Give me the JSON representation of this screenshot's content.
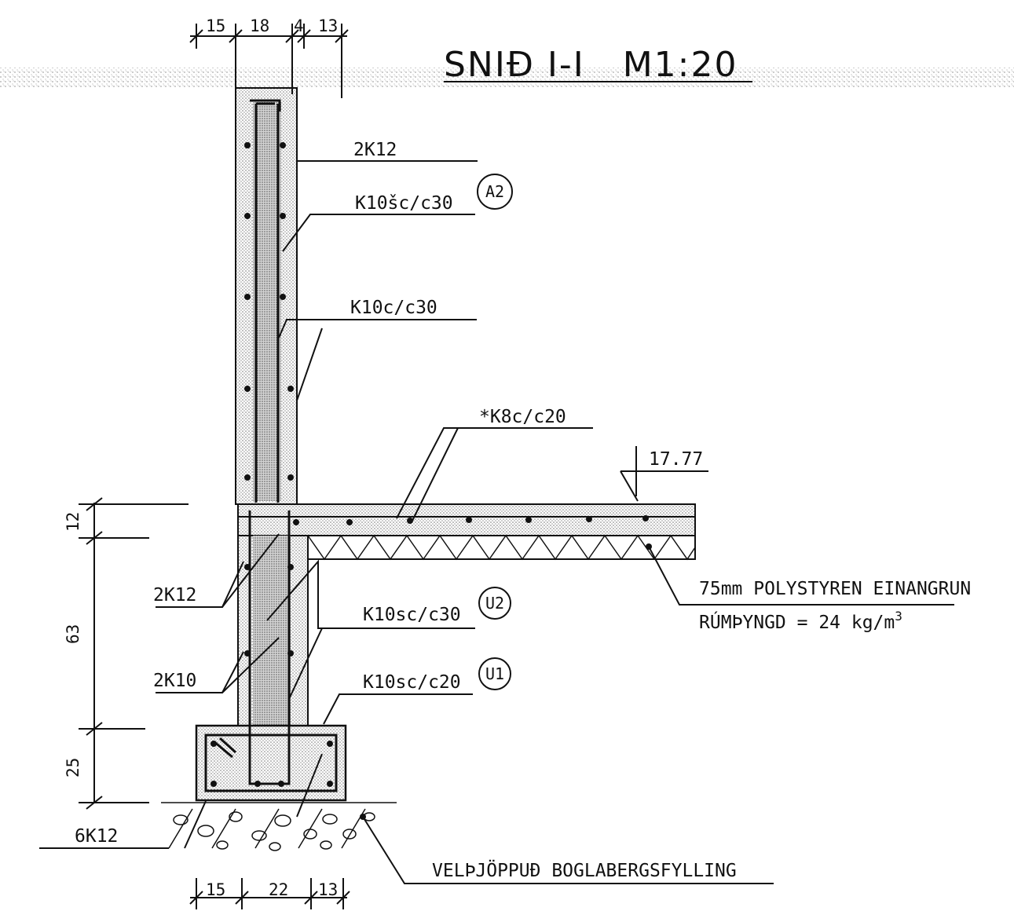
{
  "title": "SNIÐ I-I   M1:20",
  "top_dims": [
    "15",
    "18",
    "4",
    "13"
  ],
  "bottom_dims": [
    "15",
    "22",
    "13"
  ],
  "left_dims": [
    "12",
    "63",
    "25"
  ],
  "level": "17.77",
  "rebar_labels": {
    "wall_top": "2K12",
    "a2_bar": "K10šc/c30",
    "wall_vert": "K10c/c30",
    "slab": "*K8c/c20",
    "wall_2k12": "2K12",
    "u2_bar": "K10sc/c30",
    "wall_2k10": "2K10",
    "u1_bar": "K10sc/c20",
    "footing": "6K12"
  },
  "tags": {
    "a2": "A2",
    "u2": "U2",
    "u1": "U1"
  },
  "notes": {
    "insulation": "75mm POLYSTYREN EINANGRUN",
    "density": "RÚMÞYNGD = 24 kg/m",
    "density_sup": "3",
    "fill": "VELÞJÖPPUÐ BOGLABERGSFYLLING"
  }
}
